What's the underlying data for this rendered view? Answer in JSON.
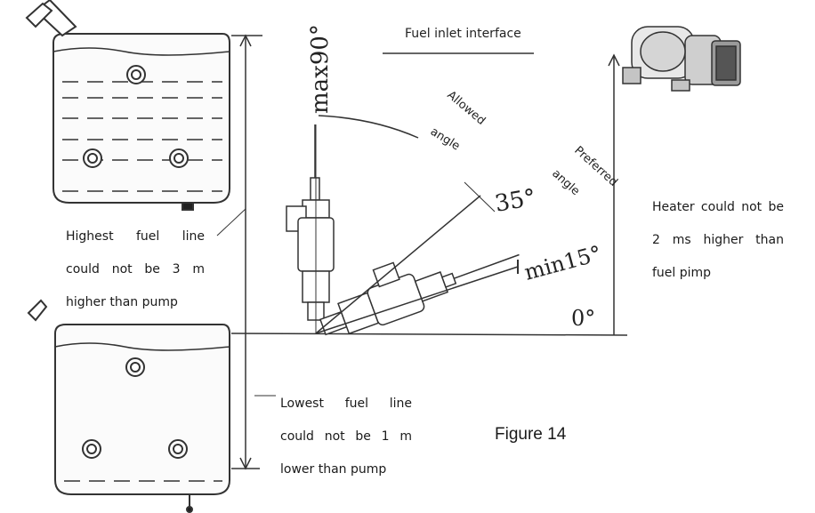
{
  "labels": {
    "fuel_inlet": "Fuel inlet interface",
    "max_angle": "max90°",
    "allowed_angle": [
      "Allowed",
      "angle"
    ],
    "preferred_angle": [
      "Preferred",
      "angle"
    ],
    "angle_35": "35°",
    "min_angle": "min15°",
    "zero_angle": "0°",
    "figure": "Figure 14"
  },
  "notes": {
    "highest": [
      "Highest fuel line",
      "could not be 3 m",
      "higher than pump"
    ],
    "heater": [
      "Heater could not be",
      "2 ms higher than",
      "fuel pimp"
    ],
    "lowest": [
      "Lowest fuel line",
      "could not be 1 m",
      "lower than pump"
    ]
  }
}
